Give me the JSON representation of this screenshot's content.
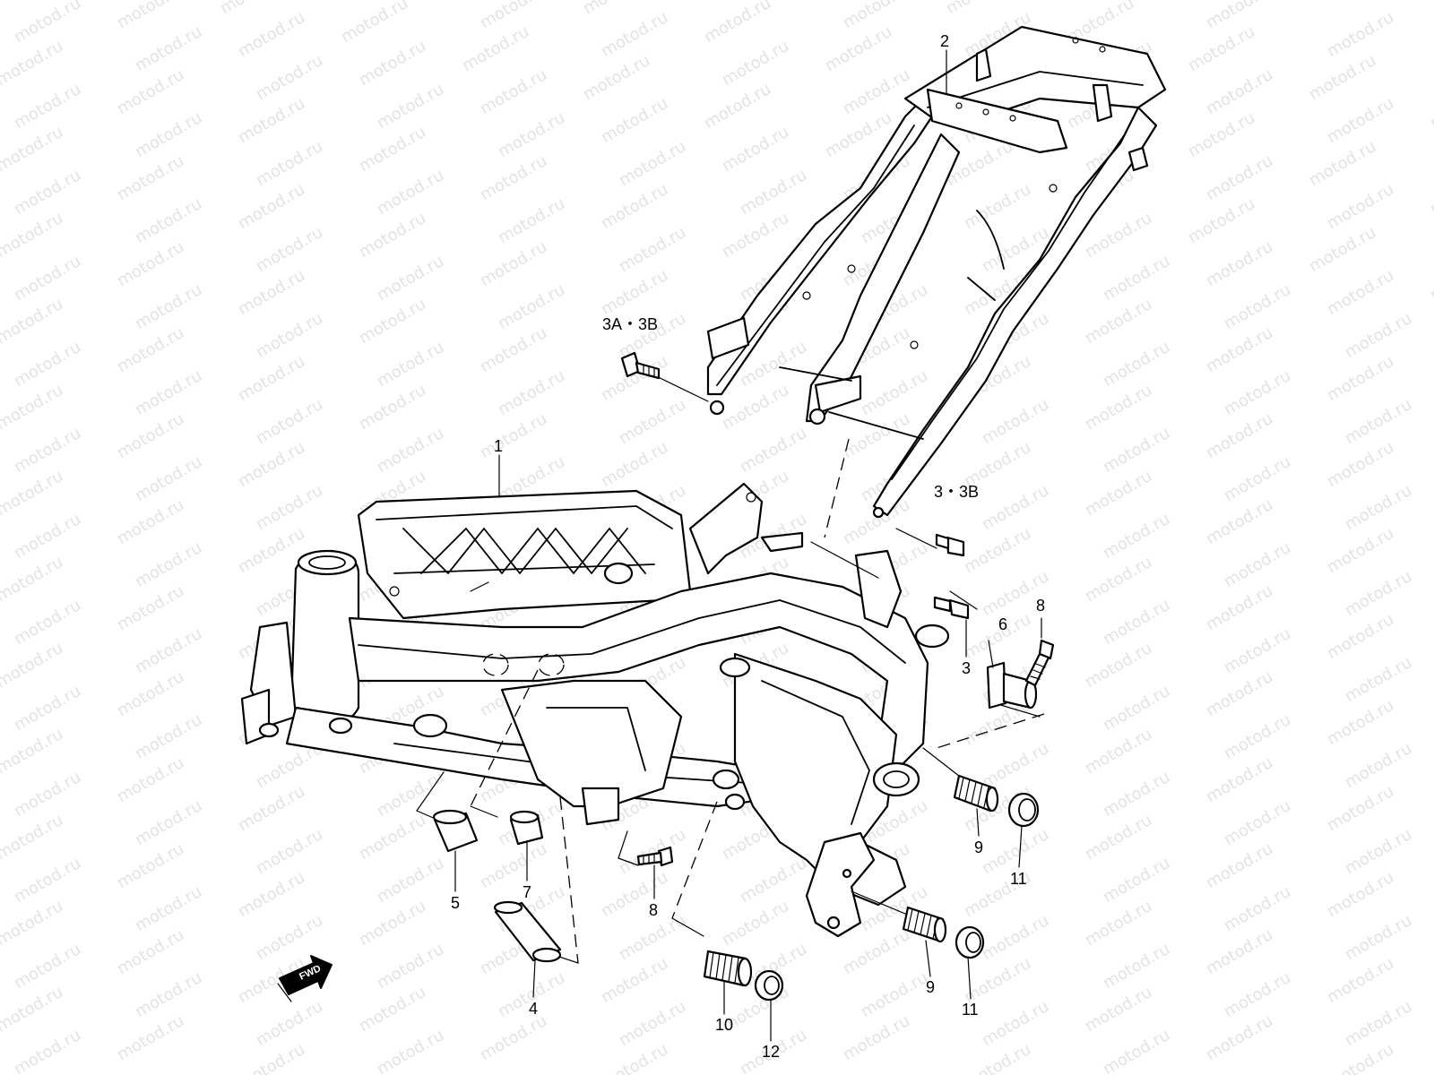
{
  "watermark": {
    "text": "motod.ru"
  },
  "labels": {
    "p1": "1",
    "p2": "2",
    "p3a3b": "3A・3B",
    "p33b": "3・3B",
    "p3": "3",
    "p4": "4",
    "p5": "5",
    "p6": "6",
    "p7": "7",
    "p8a": "8",
    "p8b": "8",
    "p9a": "9",
    "p9b": "9",
    "p10": "10",
    "p11a": "11",
    "p11b": "11",
    "p12": "12"
  },
  "fwd_badge": "FWD",
  "colors": {
    "line": "#000000",
    "watermark": "#e3e3e3",
    "background": "#ffffff"
  }
}
